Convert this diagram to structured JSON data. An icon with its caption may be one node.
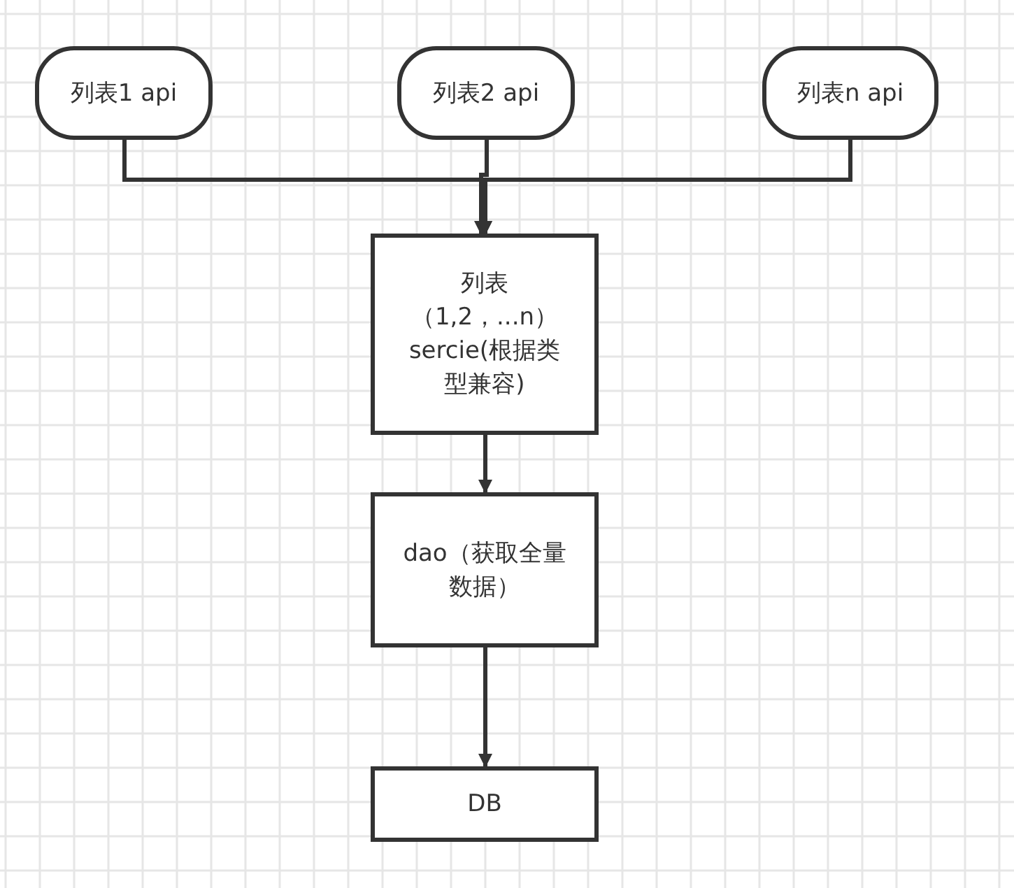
{
  "diagram": {
    "nodes": [
      {
        "text": [
          "列表1 api"
        ]
      },
      {
        "text": [
          "列表2 api"
        ]
      },
      {
        "text": [
          "列表n api"
        ]
      },
      {
        "text": [
          "列表（1,2，...n）sercie(根据类型兼容)"
        ]
      },
      {
        "text": [
          "dao（获取全量数据）"
        ]
      },
      {
        "text": [
          "DB"
        ]
      }
    ],
    "edges": [
      {
        "from": 0,
        "to": 3,
        "arrow": "to"
      },
      {
        "from": 1,
        "to": 3,
        "arrow": "to"
      },
      {
        "from": 2,
        "to": 3,
        "arrow": "to"
      },
      {
        "from": 3,
        "to": 4,
        "arrow": "to"
      },
      {
        "from": 4,
        "to": 5,
        "arrow": "to"
      }
    ]
  }
}
